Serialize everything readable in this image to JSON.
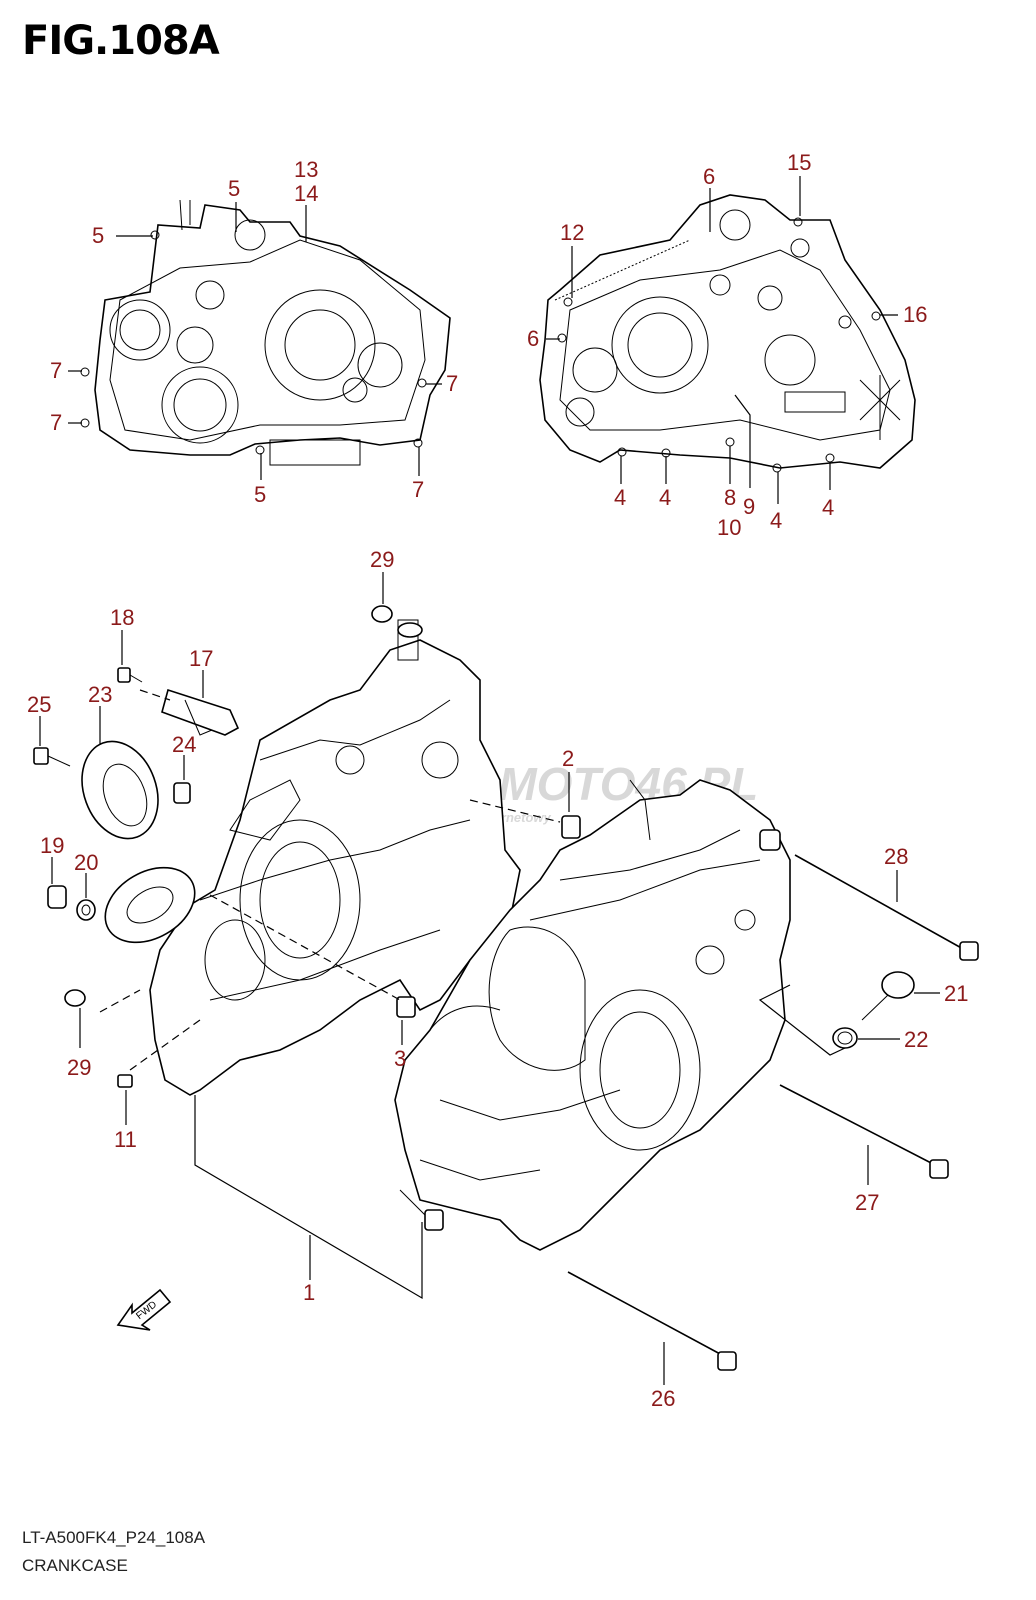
{
  "header": {
    "title": "FIG.108A"
  },
  "footer": {
    "code": "LT-A500FK4_P24_108A",
    "name": "CRANKCASE"
  },
  "watermark": {
    "brand": "SKLEPMOTO46.PL",
    "slogan": "motocyklowy sklep internetowy"
  },
  "accent_color": "#8b1a1a",
  "callouts": {
    "c1": "1",
    "c2": "2",
    "c3": "3",
    "c4a": "4",
    "c4b": "4",
    "c4c": "4",
    "c4d": "4",
    "c5a": "5",
    "c5b": "5",
    "c5c": "5",
    "c6a": "6",
    "c6b": "6",
    "c7a": "7",
    "c7b": "7",
    "c7c": "7",
    "c7d": "7",
    "c8": "8",
    "c9": "9",
    "c10": "10",
    "c11": "11",
    "c12": "12",
    "c13": "13",
    "c14": "14",
    "c15": "15",
    "c16": "16",
    "c17": "17",
    "c18": "18",
    "c19": "19",
    "c20": "20",
    "c21": "21",
    "c22": "22",
    "c23": "23",
    "c24": "24",
    "c25": "25",
    "c26": "26",
    "c27": "27",
    "c28": "28",
    "c29a": "29",
    "c29b": "29"
  },
  "fwd_label": "FWD"
}
